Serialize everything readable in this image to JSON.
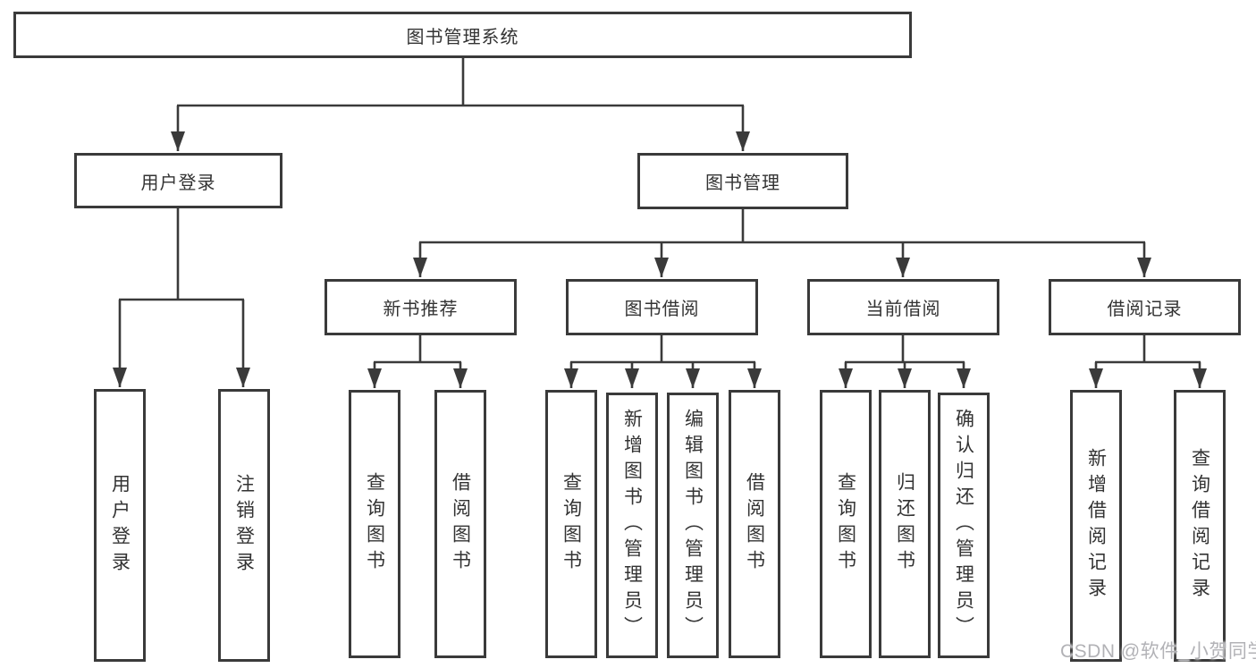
{
  "diagram": {
    "title": "图书管理系统",
    "root": {
      "label": "图书管理系统"
    },
    "level2": [
      {
        "label": "用户登录"
      },
      {
        "label": "图书管理"
      }
    ],
    "level3": [
      {
        "label": "新书推荐"
      },
      {
        "label": "图书借阅"
      },
      {
        "label": "当前借阅"
      },
      {
        "label": "借阅记录"
      }
    ],
    "leaves": [
      {
        "label": "用户登录",
        "parent": "用户登录"
      },
      {
        "label": "注销登录",
        "parent": "用户登录"
      },
      {
        "label": "查询图书",
        "parent": "新书推荐"
      },
      {
        "label": "借阅图书",
        "parent": "新书推荐"
      },
      {
        "label": "查询图书",
        "parent": "图书借阅"
      },
      {
        "label": "新增图书（管理员）",
        "parent": "图书借阅"
      },
      {
        "label": "编辑图书（管理员）",
        "parent": "图书借阅"
      },
      {
        "label": "借阅图书",
        "parent": "图书借阅"
      },
      {
        "label": "查询图书",
        "parent": "当前借阅"
      },
      {
        "label": "归还图书",
        "parent": "当前借阅"
      },
      {
        "label": "确认归还（管理员）",
        "parent": "当前借阅"
      },
      {
        "label": "新增借阅记录",
        "parent": "借阅记录"
      },
      {
        "label": "查询借阅记录",
        "parent": "借阅记录"
      }
    ],
    "colors": {
      "line": "#3a3a3a",
      "text": "#333333",
      "background": "#ffffff",
      "watermark": "#b2b2b6"
    }
  },
  "watermark": {
    "text": "CSDN @软件_小贺同学"
  }
}
